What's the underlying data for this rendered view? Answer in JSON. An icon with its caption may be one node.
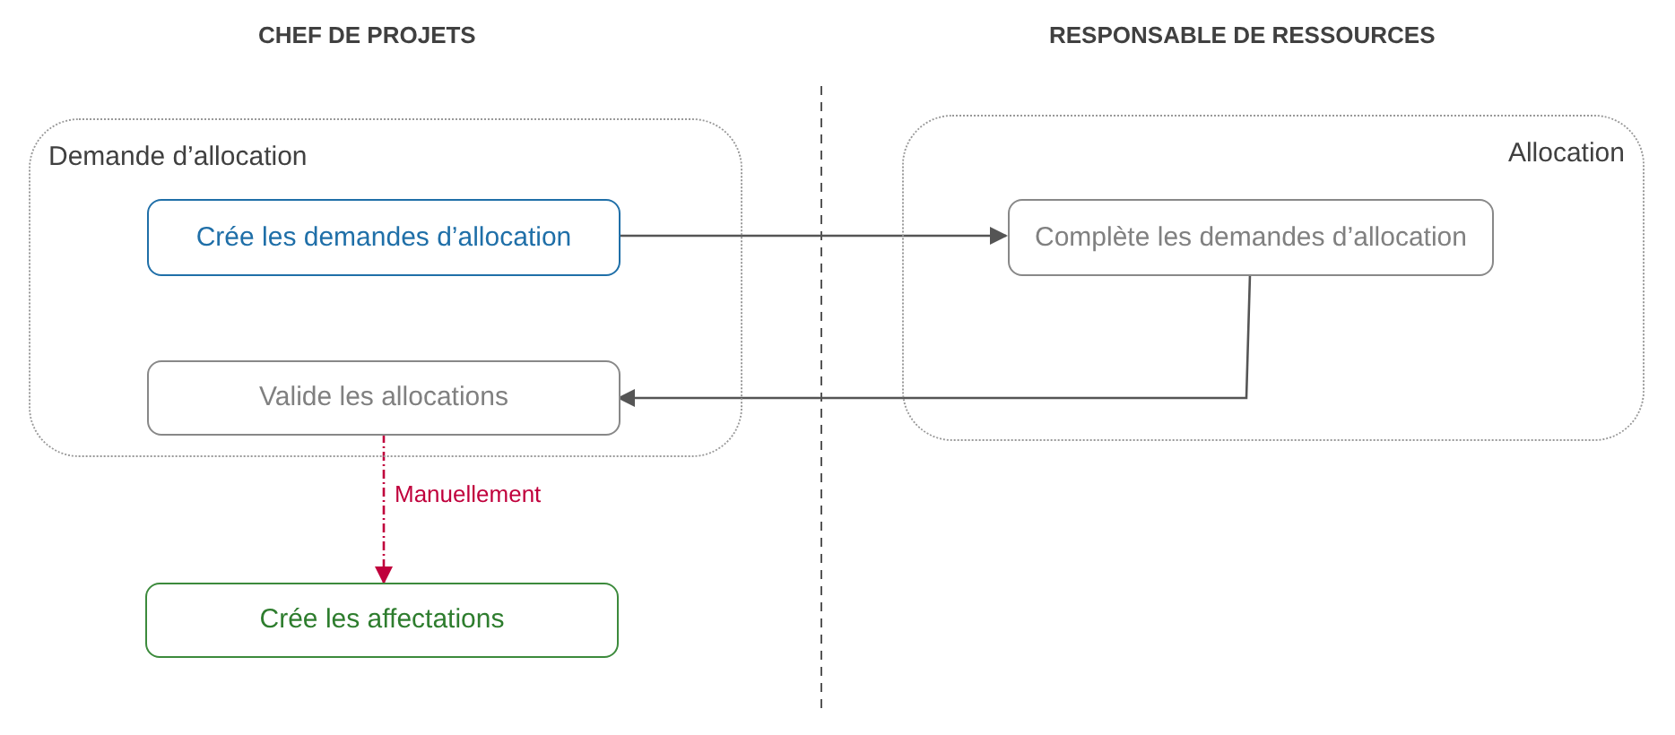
{
  "diagram": {
    "nodes": [
      {
        "text": [
          "Demande d’allocation"
        ]
      },
      {
        "text": [
          "Crée les demandes d’allocation"
        ],
        "in": 0
      },
      {
        "text": [
          "Valide les allocations"
        ],
        "in": 0
      },
      {
        "text": [
          "Allocation"
        ]
      },
      {
        "text": [
          "Complète les demandes d’allocation"
        ],
        "in": 3
      },
      {
        "text": [
          "Crée les affectations"
        ]
      }
    ],
    "edges": [
      {
        "from": 1,
        "to": 4,
        "arrow": "to"
      },
      {
        "from": 4,
        "to": 2,
        "arrow": "both"
      },
      {
        "from": 2,
        "to": 5,
        "arrow": "to",
        "label": "Manuellement",
        "style": "dashed",
        "color": "#c0003c"
      }
    ],
    "labels": [
      "CHEF DE PROJETS",
      "RESPONSABLE DE RESSOURCES"
    ]
  }
}
